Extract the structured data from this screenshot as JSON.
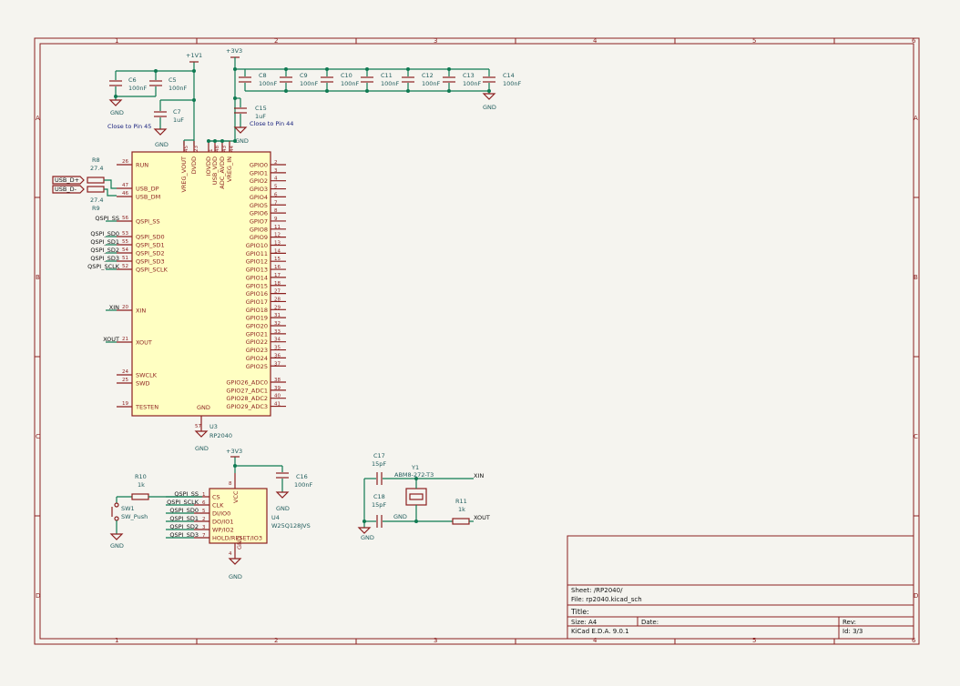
{
  "frame": {
    "col_labels": [
      "1",
      "2",
      "3",
      "4",
      "5",
      "6"
    ],
    "row_labels": [
      "A",
      "B",
      "C",
      "D"
    ]
  },
  "power": {
    "v1v1": "+1V1",
    "v3v3": "+3V3",
    "gnd": "GND"
  },
  "caps": {
    "c6": {
      "ref": "C6",
      "val": "100nF"
    },
    "c5": {
      "ref": "C5",
      "val": "100nF"
    },
    "c7": {
      "ref": "C7",
      "val": "1uF"
    },
    "c8": {
      "ref": "C8",
      "val": "100nF"
    },
    "c9": {
      "ref": "C9",
      "val": "100nF"
    },
    "c10": {
      "ref": "C10",
      "val": "100nF"
    },
    "c11": {
      "ref": "C11",
      "val": "100nF"
    },
    "c12": {
      "ref": "C12",
      "val": "100nF"
    },
    "c13": {
      "ref": "C13",
      "val": "100nF"
    },
    "c14": {
      "ref": "C14",
      "val": "100nF"
    },
    "c15": {
      "ref": "C15",
      "val": "1uF"
    },
    "c16": {
      "ref": "C16",
      "val": "100nF"
    },
    "c17": {
      "ref": "C17",
      "val": "15pF"
    },
    "c18": {
      "ref": "C18",
      "val": "15pF"
    }
  },
  "notes": {
    "pin45": "Close to Pin 45",
    "pin44": "Close to Pin 44"
  },
  "resistors": {
    "r8": {
      "ref": "R8",
      "val": "27.4"
    },
    "r9": {
      "ref": "R9",
      "val": "27.4"
    },
    "r10": {
      "ref": "R10",
      "val": "1k"
    },
    "r11": {
      "ref": "R11",
      "val": "1k"
    }
  },
  "usb_labels": {
    "dp": "USB_D+",
    "dm": "USB_D-"
  },
  "u3": {
    "ref": "U3",
    "val": "RP2040",
    "left_pins": [
      {
        "num": "26",
        "name": "RUN",
        "net": ""
      },
      {
        "num": "47",
        "name": "USB_DP",
        "net": ""
      },
      {
        "num": "46",
        "name": "USB_DM",
        "net": ""
      },
      {
        "num": "56",
        "name": "QSPI_SS",
        "net": "QSPI_SS"
      },
      {
        "num": "53",
        "name": "QSPI_SD0",
        "net": "QSPI_SD0"
      },
      {
        "num": "55",
        "name": "QSPI_SD1",
        "net": "QSPI_SD1"
      },
      {
        "num": "54",
        "name": "QSPI_SD2",
        "net": "QSPI_SD2"
      },
      {
        "num": "51",
        "name": "QSPI_SD3",
        "net": "QSPI_SD3"
      },
      {
        "num": "52",
        "name": "QSPI_SCLK",
        "net": "QSPI_SCLK"
      },
      {
        "num": "20",
        "name": "XIN",
        "net": "XIN"
      },
      {
        "num": "21",
        "name": "XOUT",
        "net": "XOUT"
      },
      {
        "num": "24",
        "name": "SWCLK",
        "net": ""
      },
      {
        "num": "25",
        "name": "SWD",
        "net": ""
      },
      {
        "num": "19",
        "name": "TESTEN",
        "net": ""
      }
    ],
    "top_pins": [
      {
        "num": "45",
        "name": "VREG_VOUT"
      },
      {
        "num": "23",
        "name": "DVDD"
      },
      {
        "num": "1",
        "name": "IOVDD"
      },
      {
        "num": "48",
        "name": "USB_VDD"
      },
      {
        "num": "43",
        "name": "ADC_AVDD"
      },
      {
        "num": "44",
        "name": "VREG_IN"
      }
    ],
    "right_pins": [
      {
        "num": "2",
        "name": "GPIO0"
      },
      {
        "num": "3",
        "name": "GPIO1"
      },
      {
        "num": "4",
        "name": "GPIO2"
      },
      {
        "num": "5",
        "name": "GPIO3"
      },
      {
        "num": "6",
        "name": "GPIO4"
      },
      {
        "num": "7",
        "name": "GPIO5"
      },
      {
        "num": "8",
        "name": "GPIO6"
      },
      {
        "num": "9",
        "name": "GPIO7"
      },
      {
        "num": "11",
        "name": "GPIO8"
      },
      {
        "num": "12",
        "name": "GPIO9"
      },
      {
        "num": "13",
        "name": "GPIO10"
      },
      {
        "num": "14",
        "name": "GPIO11"
      },
      {
        "num": "15",
        "name": "GPIO12"
      },
      {
        "num": "16",
        "name": "GPIO13"
      },
      {
        "num": "17",
        "name": "GPIO14"
      },
      {
        "num": "18",
        "name": "GPIO15"
      },
      {
        "num": "27",
        "name": "GPIO16"
      },
      {
        "num": "28",
        "name": "GPIO17"
      },
      {
        "num": "29",
        "name": "GPIO18"
      },
      {
        "num": "31",
        "name": "GPIO19"
      },
      {
        "num": "32",
        "name": "GPIO20"
      },
      {
        "num": "33",
        "name": "GPIO21"
      },
      {
        "num": "34",
        "name": "GPIO22"
      },
      {
        "num": "35",
        "name": "GPIO23"
      },
      {
        "num": "36",
        "name": "GPIO24"
      },
      {
        "num": "37",
        "name": "GPIO25"
      },
      {
        "num": "38",
        "name": "GPIO26_ADC0"
      },
      {
        "num": "39",
        "name": "GPIO27_ADC1"
      },
      {
        "num": "40",
        "name": "GPIO28_ADC2"
      },
      {
        "num": "41",
        "name": "GPIO29_ADC3"
      }
    ],
    "gnd_pin": {
      "num": "57",
      "name": "GND"
    }
  },
  "u4": {
    "ref": "U4",
    "val": "W25Q128JVS",
    "pins": [
      {
        "num": "1",
        "name": "CS",
        "net": "QSPI_SS"
      },
      {
        "num": "6",
        "name": "CLK",
        "net": "QSPI_SCLK"
      },
      {
        "num": "5",
        "name": "DI/IO0",
        "net": "QSPI_SD0"
      },
      {
        "num": "2",
        "name": "DO/IO1",
        "net": "QSPI_SD1"
      },
      {
        "num": "3",
        "name": "WP/IO2",
        "net": "QSPI_SD2"
      },
      {
        "num": "7",
        "name": "HOLD/RESET/IO3",
        "net": "QSPI_SD3"
      }
    ],
    "vcc": "VCC",
    "gnd": "GND",
    "vcc_num": "8",
    "gnd_num": "4"
  },
  "sw1": {
    "ref": "SW1",
    "val": "SW_Push"
  },
  "y1": {
    "ref": "Y1",
    "val": "ABM8-272-T3"
  },
  "crystal_nets": {
    "xin": "XIN",
    "xout": "XOUT"
  },
  "title_block": {
    "sheet": "Sheet: /RP2040/",
    "file": "File: rp2040.kicad_sch",
    "title": "Title:",
    "size": "Size: A4",
    "date": "Date:",
    "rev": "Rev:",
    "tool": "KiCad E.D.A. 9.0.1",
    "id": "Id: 3/3"
  }
}
